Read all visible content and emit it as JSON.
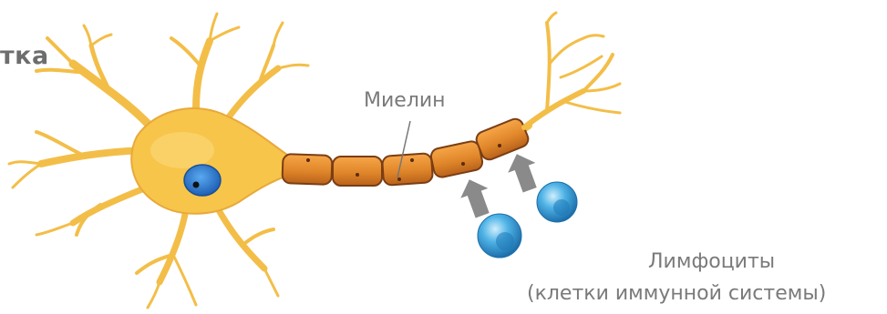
{
  "title_fragment": "тка",
  "labels": {
    "myelin": "Миелин",
    "lymphocytes": "Лимфоциты",
    "lymphocytes_note": "(клетки иммунной системы)"
  },
  "colors": {
    "neuron_body": "#F7C54A",
    "neuron_outline": "#E8A93A",
    "nucleus": "#2F7FD0",
    "myelin_segment": "#E28A2C",
    "myelin_outline": "#7A3E14",
    "lymphocyte": "#3E9ED6",
    "arrow": "#8A8A8A"
  },
  "icons": {
    "neuron": "neuron-illustration",
    "lymphocyte": "lymphocyte-sphere",
    "arrow": "up-left-arrow"
  }
}
